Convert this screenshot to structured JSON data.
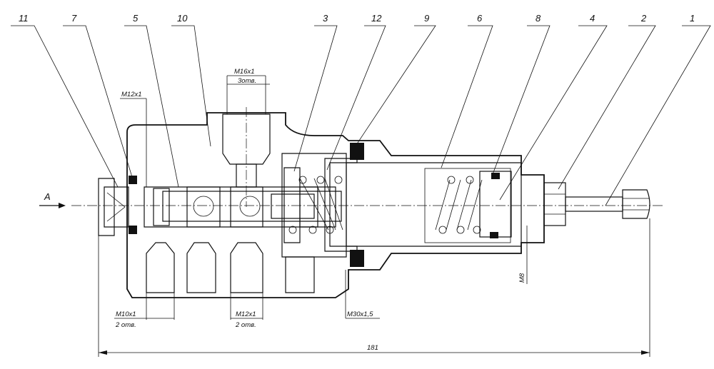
{
  "callouts": [
    {
      "id": "11",
      "text": "11"
    },
    {
      "id": "7",
      "text": "7"
    },
    {
      "id": "5",
      "text": "5"
    },
    {
      "id": "10",
      "text": "10"
    },
    {
      "id": "3",
      "text": "3"
    },
    {
      "id": "12",
      "text": "12"
    },
    {
      "id": "9",
      "text": "9"
    },
    {
      "id": "6",
      "text": "6"
    },
    {
      "id": "8",
      "text": "8"
    },
    {
      "id": "4",
      "text": "4"
    },
    {
      "id": "2",
      "text": "2"
    },
    {
      "id": "1",
      "text": "1"
    }
  ],
  "dimensions": {
    "top_port_thread": "M16x1",
    "top_port_count": "3отв.",
    "left_thread": "M12x1",
    "bottom_left_thread": "M10x1",
    "bottom_left_count": "2 отв.",
    "bottom_mid_thread": "M12x1",
    "bottom_mid_count": "2 отв.",
    "body_thread": "M30x1,5",
    "rod_thread": "M8",
    "overall_length": "181"
  },
  "view": {
    "arrow_label": "A"
  },
  "colors": {
    "line": "#111111",
    "seal_fill": "#111111",
    "background": "#ffffff"
  }
}
